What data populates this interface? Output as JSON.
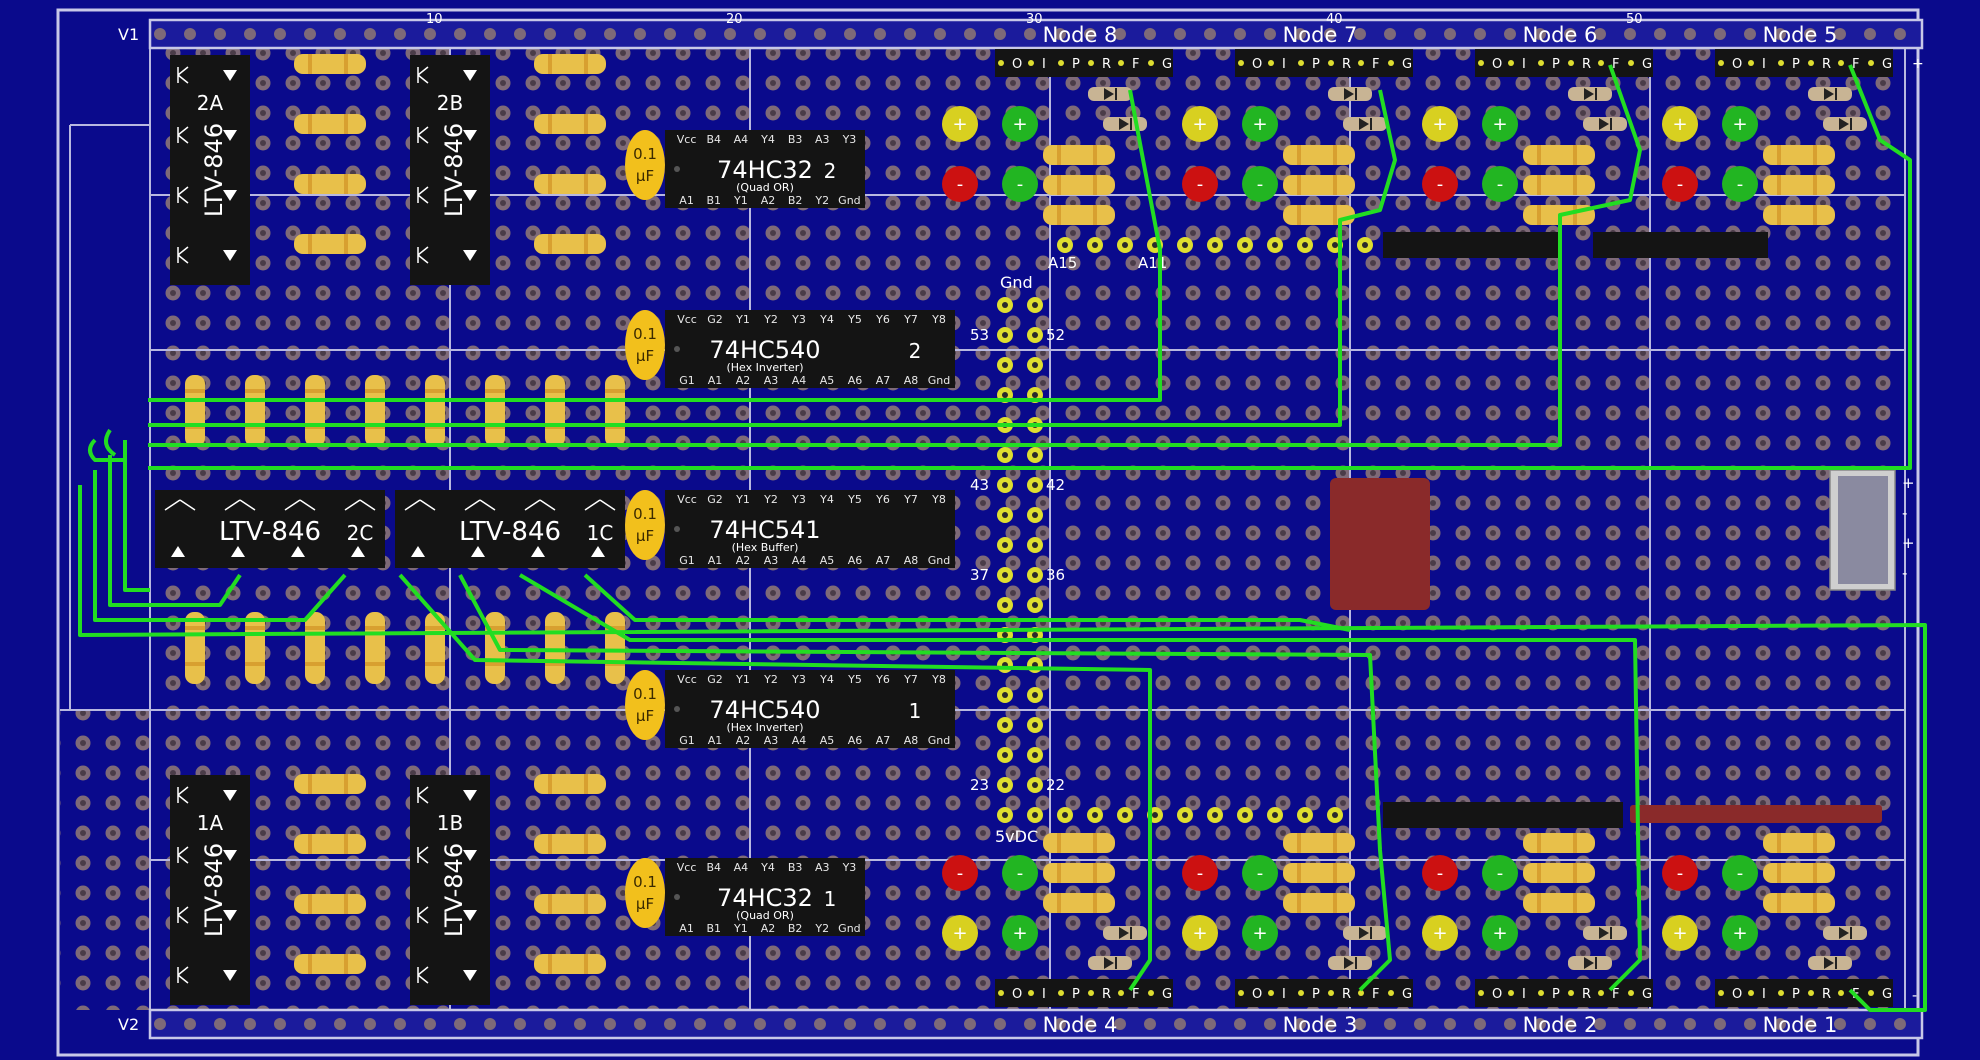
{
  "rails": {
    "top": "V1",
    "bottom": "V2"
  },
  "ruler": [
    "10",
    "20",
    "30",
    "40",
    "50"
  ],
  "optos": [
    {
      "id": "2A",
      "part": "LTV-846"
    },
    {
      "id": "2B",
      "part": "LTV-846"
    },
    {
      "id": "2C",
      "part": "LTV-846"
    },
    {
      "id": "1C",
      "part": "LTV-846"
    },
    {
      "id": "1A",
      "part": "LTV-846"
    },
    {
      "id": "1B",
      "part": "LTV-846"
    }
  ],
  "chips": [
    {
      "name": "74HC32",
      "num": "2",
      "desc": "(Quad OR)",
      "top": [
        "Vcc",
        "B4",
        "A4",
        "Y4",
        "B3",
        "A3",
        "Y3"
      ],
      "bottom": [
        "A1",
        "B1",
        "Y1",
        "A2",
        "B2",
        "Y2",
        "Gnd"
      ]
    },
    {
      "name": "74HC540",
      "num": "2",
      "desc": "(Hex Inverter)",
      "top": [
        "Vcc",
        "G2",
        "Y1",
        "Y2",
        "Y3",
        "Y4",
        "Y5",
        "Y6",
        "Y7",
        "Y8"
      ],
      "bottom": [
        "G1",
        "A1",
        "A2",
        "A3",
        "A4",
        "A5",
        "A6",
        "A7",
        "A8",
        "Gnd"
      ]
    },
    {
      "name": "74HC541",
      "num": "",
      "desc": "(Hex Buffer)",
      "top": [
        "Vcc",
        "G2",
        "Y1",
        "Y2",
        "Y3",
        "Y4",
        "Y5",
        "Y6",
        "Y7",
        "Y8"
      ],
      "bottom": [
        "G1",
        "A1",
        "A2",
        "A3",
        "A4",
        "A5",
        "A6",
        "A7",
        "A8",
        "Gnd"
      ]
    },
    {
      "name": "74HC540",
      "num": "1",
      "desc": "(Hex Inverter)",
      "top": [
        "Vcc",
        "G2",
        "Y1",
        "Y2",
        "Y3",
        "Y4",
        "Y5",
        "Y6",
        "Y7",
        "Y8"
      ],
      "bottom": [
        "G1",
        "A1",
        "A2",
        "A3",
        "A4",
        "A5",
        "A6",
        "A7",
        "A8",
        "Gnd"
      ]
    },
    {
      "name": "74HC32",
      "num": "1",
      "desc": "(Quad OR)",
      "top": [
        "Vcc",
        "B4",
        "A4",
        "Y4",
        "B3",
        "A3",
        "Y3"
      ],
      "bottom": [
        "A1",
        "B1",
        "Y1",
        "A2",
        "B2",
        "Y2",
        "Gnd"
      ]
    }
  ],
  "capacitor": {
    "value": "0.1",
    "unit": "µF"
  },
  "header_labels": [
    "A15",
    "A11",
    "Gnd",
    "53",
    "52",
    "43",
    "42",
    "37",
    "36",
    "23",
    "22",
    "5vDC"
  ],
  "nodes_top": [
    "Node 8",
    "Node 7",
    "Node 6",
    "Node 5"
  ],
  "nodes_bottom": [
    "Node 4",
    "Node 3",
    "Node 2",
    "Node 1"
  ],
  "node_pins": [
    "O",
    "I",
    "P",
    "R",
    "F",
    "G"
  ],
  "power_connector": [
    "+",
    "-",
    "+",
    "-"
  ],
  "rail_marks": {
    "plus": "+",
    "minus": "-"
  },
  "led_signs": [
    "+",
    "-"
  ],
  "colors": {
    "board": "#0a0a8c",
    "trace": "#22dd22",
    "resistor": "#e8c04a",
    "cap": "#f2c01c",
    "chip": "#141414",
    "led_red": "#cc1111",
    "led_green": "#22b522",
    "led_yellow": "#d8d020",
    "pad": "#8a6a6a"
  }
}
